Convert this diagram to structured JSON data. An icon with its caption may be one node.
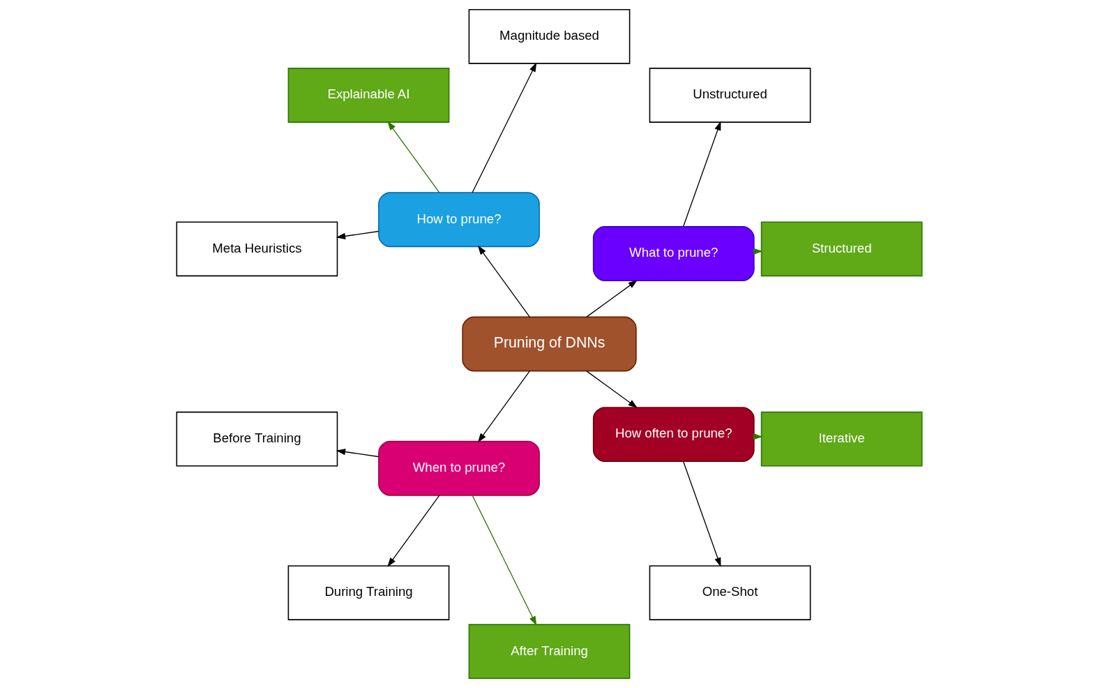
{
  "diagram": {
    "nodes": [
      {
        "text": [
          "Structured"
        ]
      },
      {
        "text": [
          "Unstructured"
        ]
      },
      {
        "text": [
          "Magnitude based"
        ]
      },
      {
        "text": [
          "Explainable AI"
        ]
      },
      {
        "text": [
          "What to prune?"
        ]
      },
      {
        "text": [
          "How to prune?"
        ]
      },
      {
        "text": [
          "Before Training"
        ]
      },
      {
        "text": [
          "Pruning of DNNs"
        ]
      },
      {
        "text": [
          "Meta Heuristics"
        ]
      },
      {
        "text": [
          "When to prune?"
        ]
      },
      {
        "text": [
          "How often to prune?"
        ]
      },
      {
        "text": [
          "During Training"
        ]
      },
      {
        "text": [
          "After Training"
        ]
      },
      {
        "text": [
          "One-Shot"
        ]
      },
      {
        "text": [
          "Iterative"
        ]
      }
    ],
    "edges": [
      {
        "from": 7,
        "to": 4,
        "arrow": "to"
      },
      {
        "from": 7,
        "to": 5,
        "arrow": "to"
      },
      {
        "from": 7,
        "to": 9,
        "arrow": "to"
      },
      {
        "from": 7,
        "to": 10,
        "arrow": "to"
      },
      {
        "from": 4,
        "to": 0,
        "arrow": "to",
        "color": "#2d7600"
      },
      {
        "from": 4,
        "to": 1,
        "arrow": "to"
      },
      {
        "from": 5,
        "to": 2,
        "arrow": "to"
      },
      {
        "from": 5,
        "to": 3,
        "arrow": "to",
        "color": "#2d7600"
      },
      {
        "from": 5,
        "to": 8,
        "arrow": "to"
      },
      {
        "from": 9,
        "to": 6,
        "arrow": "to"
      },
      {
        "from": 9,
        "to": 11,
        "arrow": "to"
      },
      {
        "from": 9,
        "to": 12,
        "arrow": "to",
        "color": "#2d7600"
      },
      {
        "from": 10,
        "to": 13,
        "arrow": "to"
      },
      {
        "from": 10,
        "to": 14,
        "arrow": "to",
        "color": "#2d7600"
      }
    ]
  }
}
